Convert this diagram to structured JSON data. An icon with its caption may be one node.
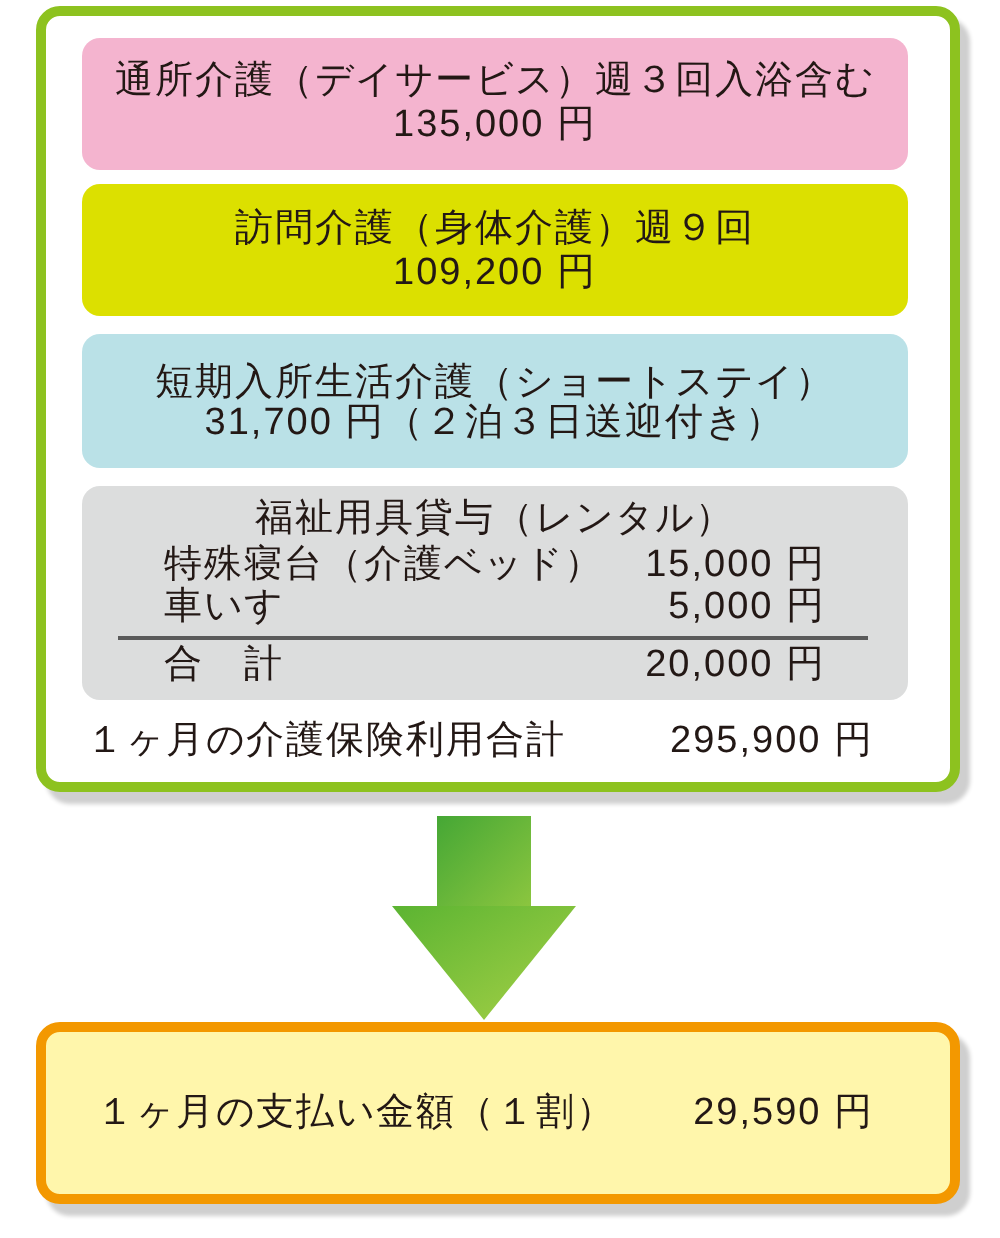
{
  "diagram": {
    "nodes": [
      {
        "text": [
          "１ヶ月の介護保険利用合計",
          "295,900 円"
        ]
      },
      {
        "text": [
          "通所介護（デイサービス）週３回入浴含む",
          "135,000 円"
        ],
        "in": 0
      },
      {
        "text": [
          "訪問介護（身体介護）週９回",
          "109,200 円"
        ],
        "in": 0
      },
      {
        "text": [
          "短期入所生活介護（ショートステイ）",
          "31,700 円（２泊３日送迎付き）"
        ],
        "in": 0
      },
      {
        "text": [
          "福祉用具貸与（レンタル）",
          "特殊寝台（介護ベッド）",
          "15,000 円",
          "車いす",
          "5,000 円",
          "合　計",
          "20,000 円"
        ],
        "in": 0
      },
      {
        "text": [
          "１ヶ月の支払い金額（１割）",
          "29,590 円"
        ]
      }
    ],
    "edges": [
      {
        "from": 0,
        "to": 5,
        "arrow": "to"
      }
    ]
  }
}
